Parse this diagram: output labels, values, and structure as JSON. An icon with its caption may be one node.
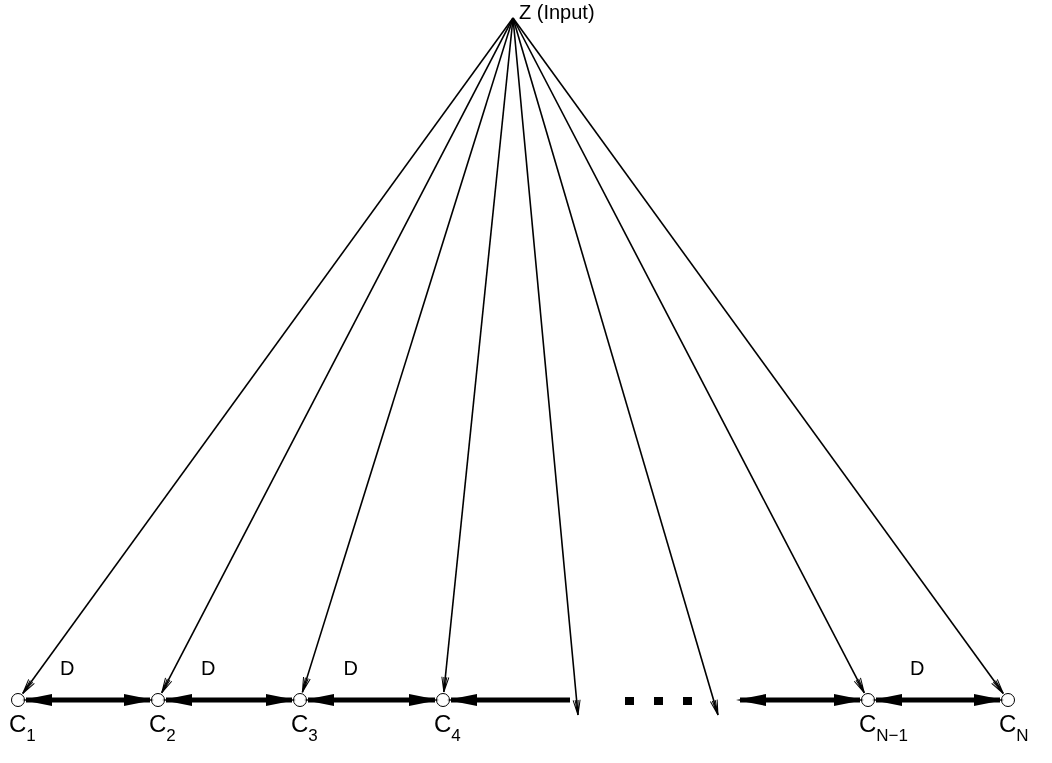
{
  "diagram": {
    "nodes": [
      {
        "text": [
          "Z (Input)"
        ]
      },
      {
        "text": [],
        "shape": "circle",
        "beside": [
          "C$_{1}$"
        ]
      },
      {
        "text": [],
        "shape": "circle",
        "beside": [
          "C$_{2}$"
        ]
      },
      {
        "text": [],
        "shape": "circle",
        "beside": [
          "C$_{3}$"
        ]
      },
      {
        "text": [],
        "shape": "circle",
        "beside": [
          "C$_{4}$"
        ]
      },
      {
        "text": [],
        "shape": "circle",
        "beside": [
          "C$_{N−1}$"
        ]
      },
      {
        "text": [],
        "shape": "circle",
        "beside": [
          "C$_{N}$"
        ]
      }
    ],
    "edges": [
      {
        "from": 0,
        "to": 1,
        "arrow": "to"
      },
      {
        "from": 0,
        "to": 2,
        "arrow": "to"
      },
      {
        "from": 0,
        "to": 3,
        "arrow": "to"
      },
      {
        "from": 0,
        "to": 4,
        "arrow": "to"
      },
      {
        "from": 0,
        "to": null,
        "arrow": "to"
      },
      {
        "from": 0,
        "to": null,
        "arrow": "to"
      },
      {
        "from": 0,
        "to": 5,
        "arrow": "to"
      },
      {
        "from": 0,
        "to": 6,
        "arrow": "to"
      },
      {
        "from": 1,
        "to": 2,
        "arrow": "both",
        "label": "D",
        "style": "thick"
      },
      {
        "from": 2,
        "to": 3,
        "arrow": "both",
        "label": "D",
        "style": "thick"
      },
      {
        "from": 3,
        "to": 4,
        "arrow": "both",
        "label": "D",
        "style": "thick"
      },
      {
        "from": null,
        "to": 4,
        "arrow": "to",
        "style": "thick"
      },
      {
        "from": null,
        "to": 5,
        "arrow": "both",
        "style": "thick"
      },
      {
        "from": 5,
        "to": 6,
        "arrow": "both",
        "label": "D",
        "style": "thick"
      }
    ]
  }
}
